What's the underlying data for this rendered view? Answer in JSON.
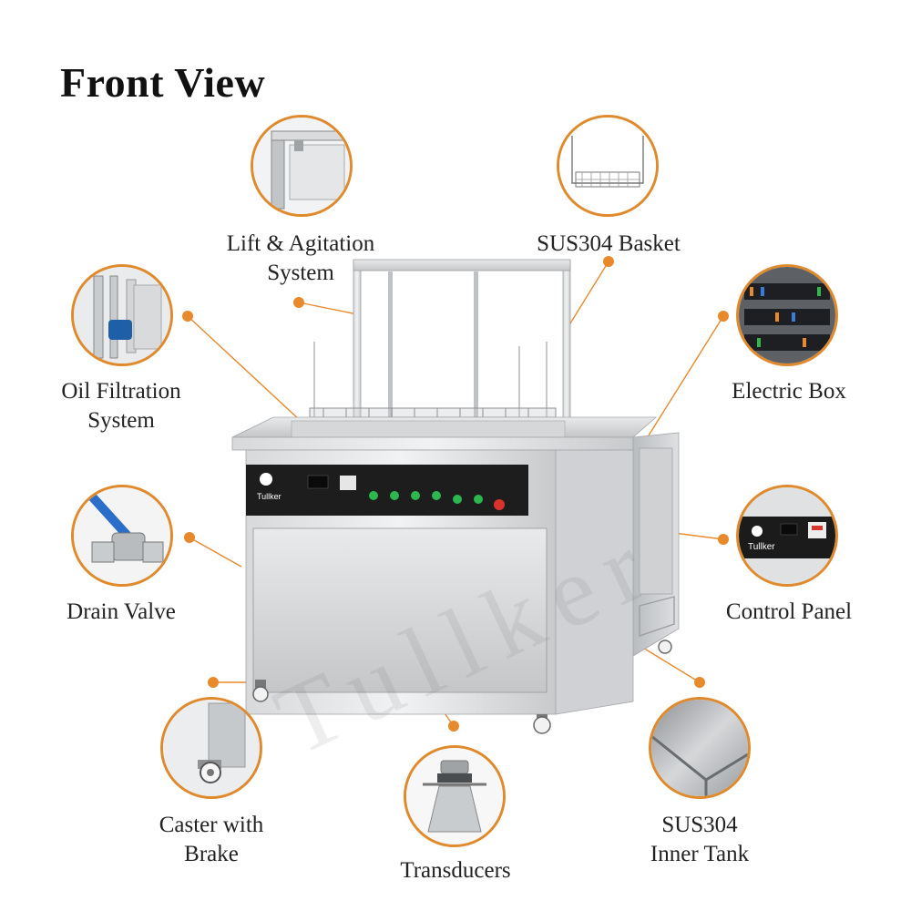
{
  "title": "Front View",
  "brand": "Tullker",
  "watermark": "Tullker",
  "colors": {
    "accent": "#e8892c",
    "steel": "#c9cbcd",
    "panel": "#1b1b1b"
  },
  "callouts": {
    "lift": {
      "line1": "Lift & Agitation",
      "line2": "System",
      "icon": "lift-agitation-icon"
    },
    "basket": {
      "line1": "SUS304 Basket",
      "icon": "basket-icon"
    },
    "oil": {
      "line1": "Oil Filtration",
      "line2": "System",
      "icon": "oil-filtration-icon"
    },
    "electric": {
      "line1": "Electric Box",
      "icon": "electric-box-icon"
    },
    "drain": {
      "line1": "Drain Valve",
      "icon": "drain-valve-icon"
    },
    "control": {
      "line1": "Control Panel",
      "icon": "control-panel-icon"
    },
    "caster": {
      "line1": "Caster with",
      "line2": "Brake",
      "icon": "caster-icon"
    },
    "transducer": {
      "line1": "Transducers",
      "icon": "transducer-icon"
    },
    "tank": {
      "line1": "SUS304",
      "line2": "Inner Tank",
      "icon": "inner-tank-icon"
    }
  }
}
